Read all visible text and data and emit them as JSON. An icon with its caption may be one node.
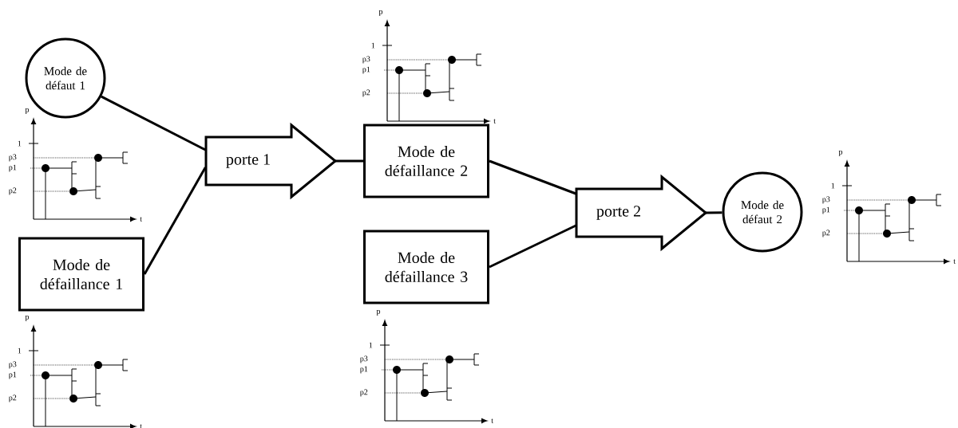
{
  "diagram": {
    "nodes": [
      {
        "text": [
          "Mode de défaut 1"
        ]
      },
      {
        "text": [
          "Mode de défaillance 1"
        ]
      },
      {
        "text": [
          "porte 1"
        ]
      },
      {
        "text": [
          "Mode de défaillance 2"
        ]
      },
      {
        "text": [
          "Mode de défaillance 3"
        ]
      },
      {
        "text": [
          "porte 2"
        ]
      },
      {
        "text": [
          "Mode de défaut 2"
        ]
      }
    ],
    "edges": [
      {
        "from": 0,
        "to": 2,
        "arrow": "none"
      },
      {
        "from": 1,
        "to": 2,
        "arrow": "none"
      },
      {
        "from": 2,
        "to": 3,
        "arrow": "none"
      },
      {
        "from": 3,
        "to": 5,
        "arrow": "none"
      },
      {
        "from": 4,
        "to": 5,
        "arrow": "none"
      },
      {
        "from": 5,
        "to": 6,
        "arrow": "none"
      }
    ],
    "labels": [
      "p",
      "1",
      "p3",
      "p1",
      "p2",
      "t",
      "p",
      "1",
      "p3",
      "p1",
      "p2",
      "t",
      "p",
      "1",
      "p3",
      "p1",
      "p2",
      "t",
      "p",
      "1",
      "p3",
      "p1",
      "p2",
      "t",
      "p",
      "1",
      "p3",
      "p1",
      "p2",
      "t"
    ]
  }
}
